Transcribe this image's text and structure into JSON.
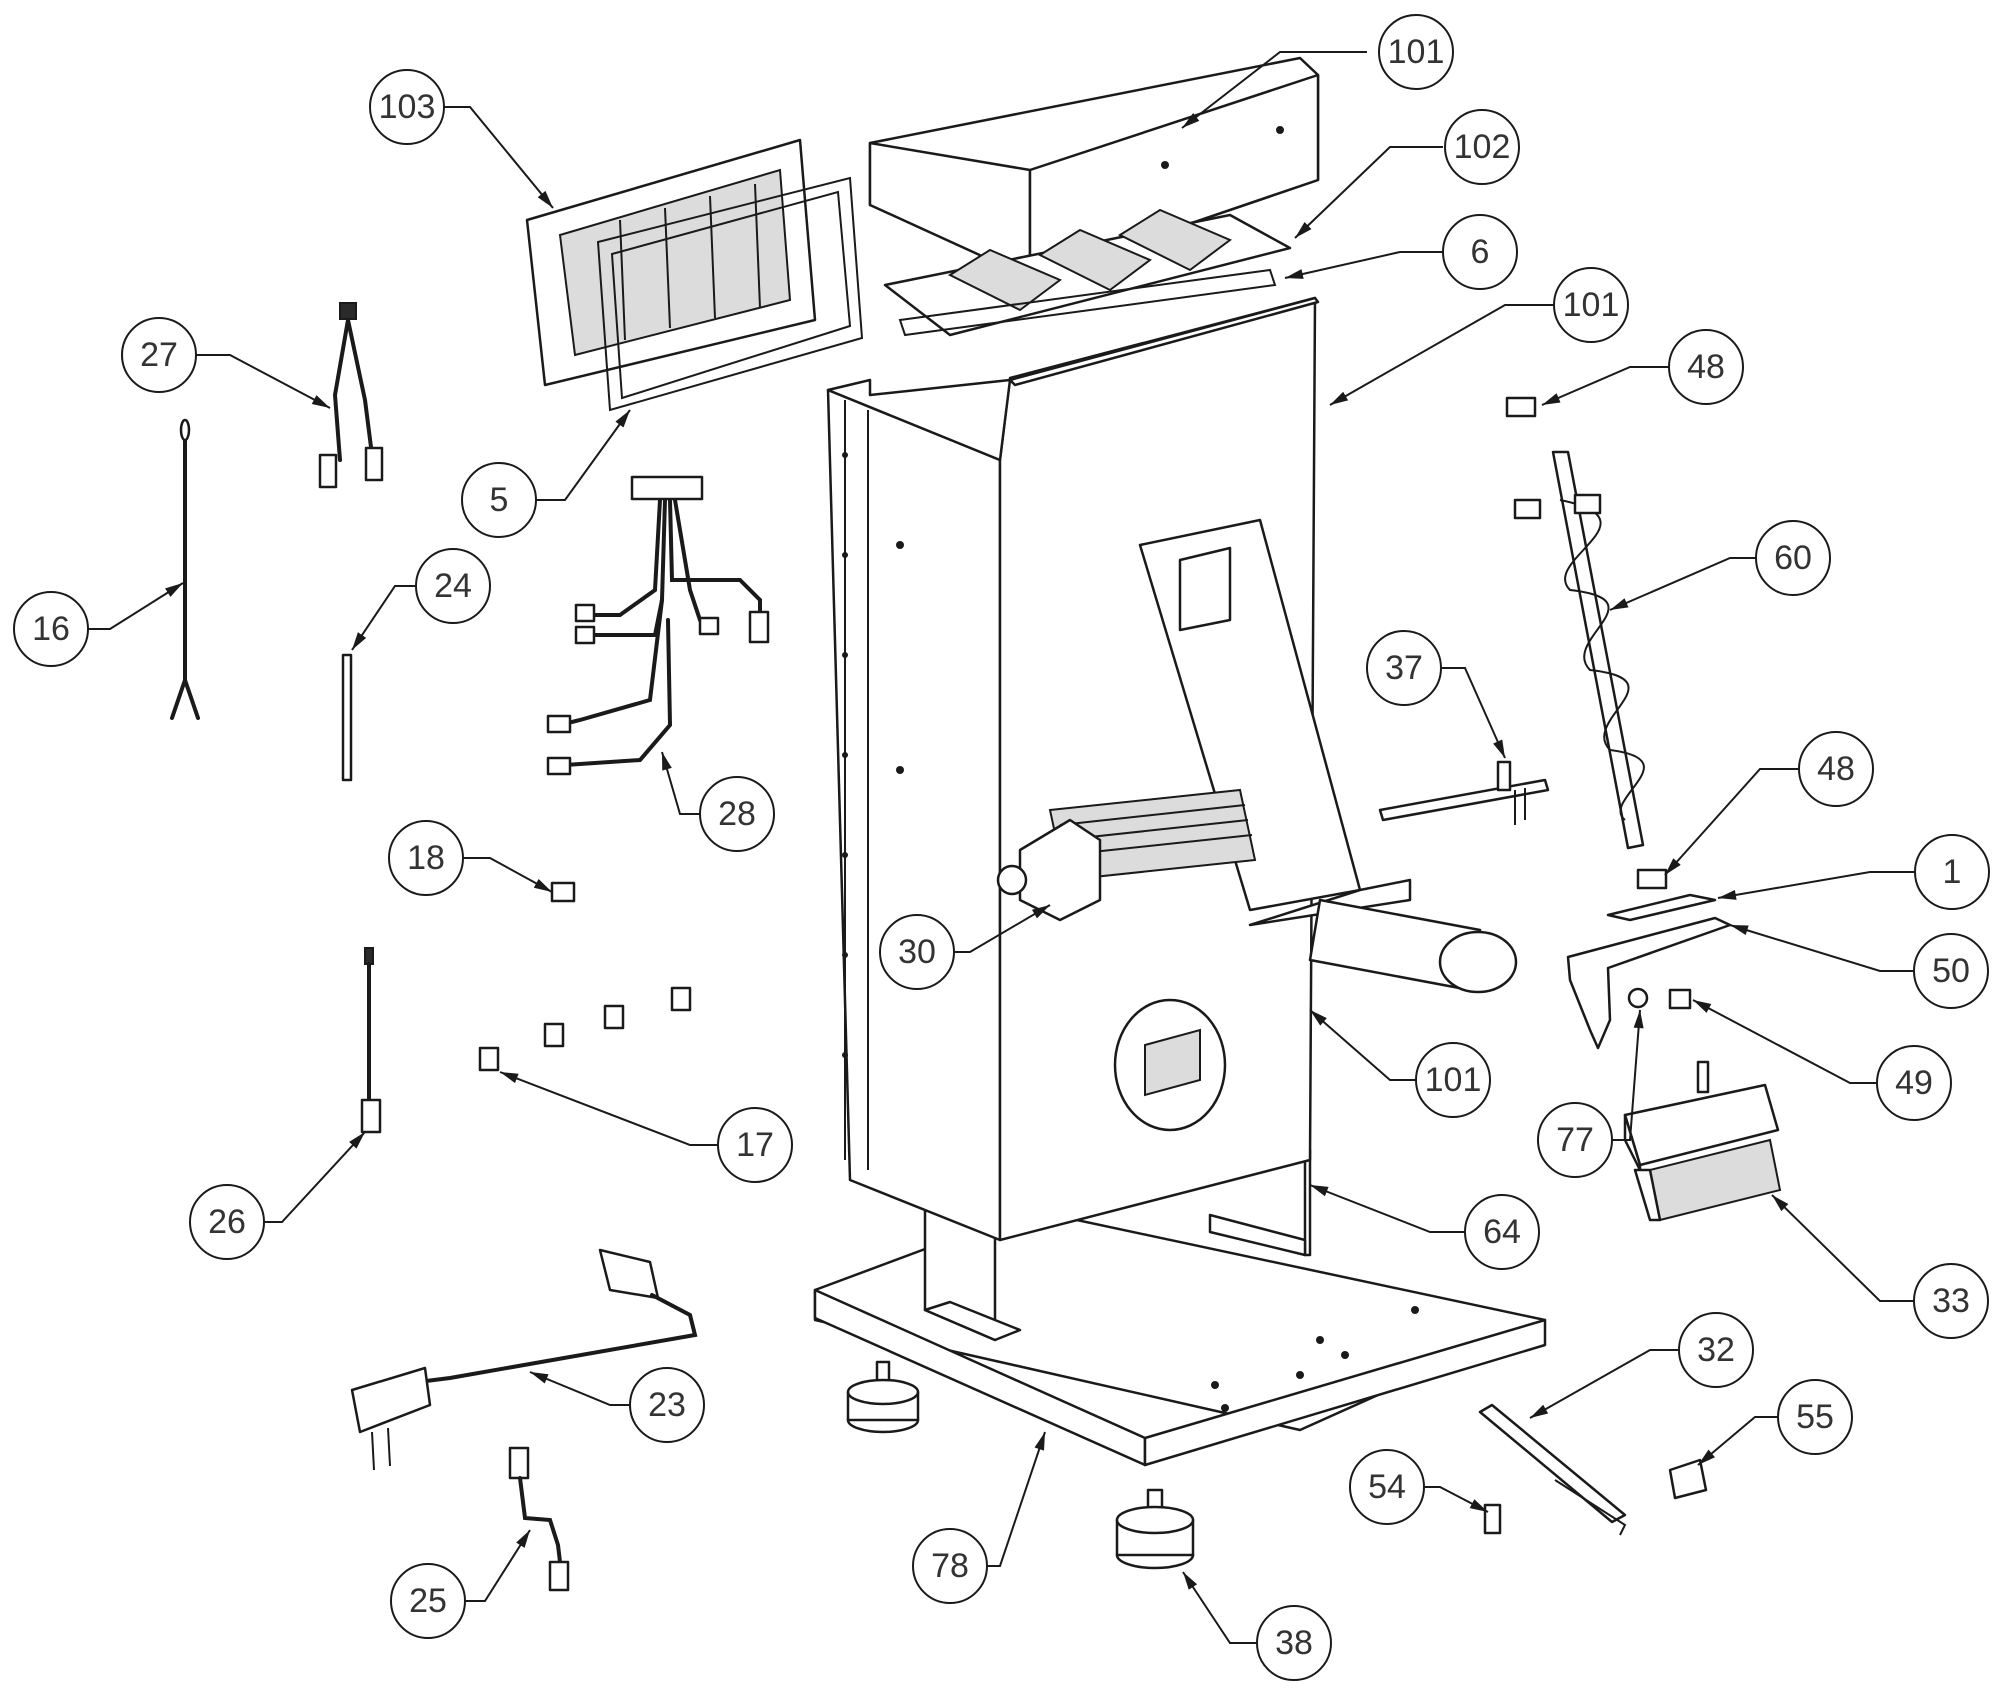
{
  "callouts": [
    {
      "id": "c-101a",
      "label": "101"
    },
    {
      "id": "c-103",
      "label": "103"
    },
    {
      "id": "c-102",
      "label": "102"
    },
    {
      "id": "c-6",
      "label": "6"
    },
    {
      "id": "c-101b",
      "label": "101"
    },
    {
      "id": "c-27",
      "label": "27"
    },
    {
      "id": "c-48a",
      "label": "48"
    },
    {
      "id": "c-5",
      "label": "5"
    },
    {
      "id": "c-24",
      "label": "24"
    },
    {
      "id": "c-60",
      "label": "60"
    },
    {
      "id": "c-16",
      "label": "16"
    },
    {
      "id": "c-37",
      "label": "37"
    },
    {
      "id": "c-48b",
      "label": "48"
    },
    {
      "id": "c-28",
      "label": "28"
    },
    {
      "id": "c-18",
      "label": "18"
    },
    {
      "id": "c-1",
      "label": "1"
    },
    {
      "id": "c-30",
      "label": "30"
    },
    {
      "id": "c-50",
      "label": "50"
    },
    {
      "id": "c-101c",
      "label": "101"
    },
    {
      "id": "c-49",
      "label": "49"
    },
    {
      "id": "c-77",
      "label": "77"
    },
    {
      "id": "c-17",
      "label": "17"
    },
    {
      "id": "c-26",
      "label": "26"
    },
    {
      "id": "c-64",
      "label": "64"
    },
    {
      "id": "c-33",
      "label": "33"
    },
    {
      "id": "c-23",
      "label": "23"
    },
    {
      "id": "c-32",
      "label": "32"
    },
    {
      "id": "c-55",
      "label": "55"
    },
    {
      "id": "c-54",
      "label": "54"
    },
    {
      "id": "c-78",
      "label": "78"
    },
    {
      "id": "c-25",
      "label": "25"
    },
    {
      "id": "c-38",
      "label": "38"
    }
  ]
}
